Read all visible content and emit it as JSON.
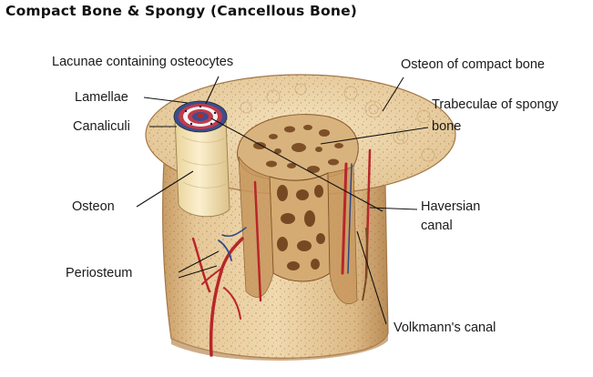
{
  "title": "Compact Bone & Spongy (Cancellous Bone)",
  "labels": {
    "lacunae": "Lacunae containing osteocytes",
    "lamellae": "Lamellae",
    "canaliculi": "Canaliculi",
    "osteon": "Osteon",
    "periosteum": "Periosteum",
    "osteon_compact": "Osteon of compact bone",
    "trabeculae_line1": "Trabeculae of spongy",
    "trabeculae_line2": "bone",
    "haversian_line1": "Haversian",
    "haversian_line2": "canal",
    "volkmann": "Volkmann's canal"
  },
  "colors": {
    "bone_light": "#f1dcb2",
    "bone_mid": "#e3c594",
    "bone_dark": "#c89b63",
    "spongy_cavity": "#7a4a22",
    "vessel_red": "#b8262a",
    "osteon_yellow": "#f6e7b9"
  }
}
